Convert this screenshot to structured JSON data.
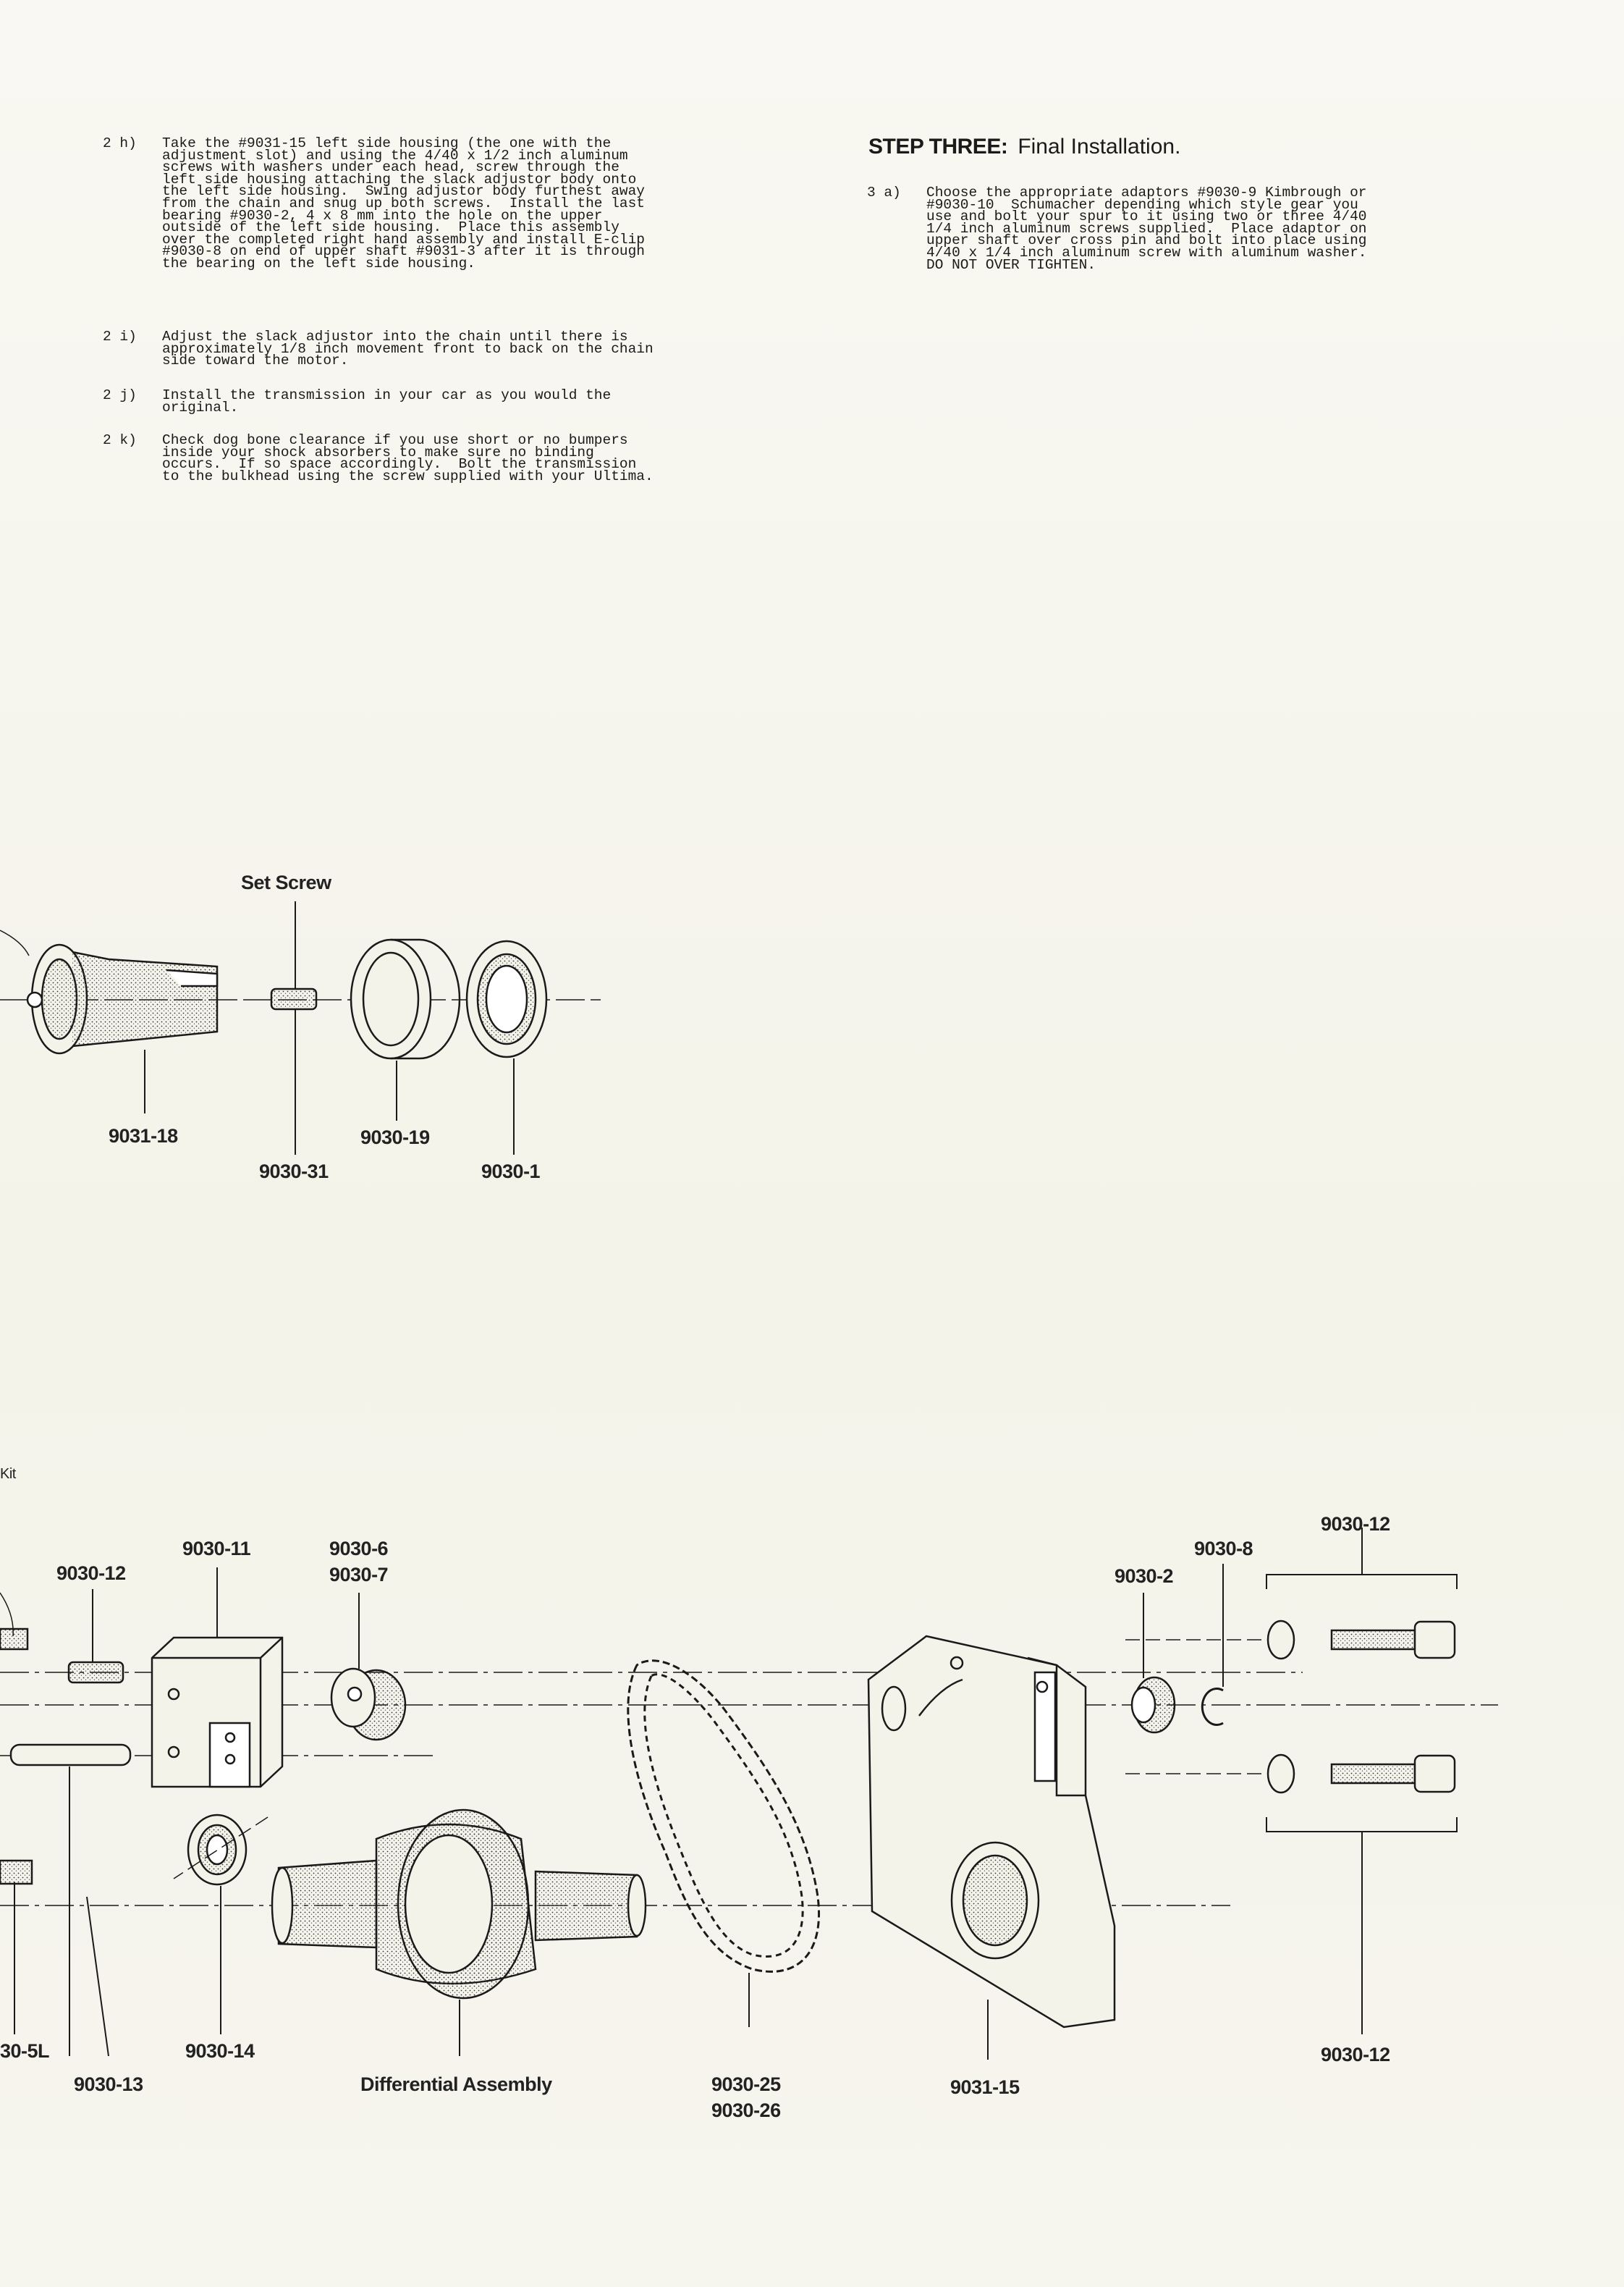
{
  "step_two": [
    {
      "label": "2 h)",
      "text": "Take the #9031-15 left side housing (the one with the\nadjustment slot) and using the 4/40 x 1/2 inch aluminum\nscrews with washers under each head, screw through the\nleft side housing attaching the slack adjustor body onto\nthe left side housing.  Swing adjustor body furthest away\nfrom the chain and snug up both screws.  Install the last\nbearing #9030-2, 4 x 8 mm into the hole on the upper\noutside of the left side housing.  Place this assembly\nover the completed right hand assembly and install E-clip\n#9030-8 on end of upper shaft #9031-3 after it is through\nthe bearing on the left side housing."
    },
    {
      "label": "2 i)",
      "text": "Adjust the slack adjustor into the chain until there is\napproximately 1/8 inch movement front to back on the chain\nside toward the motor."
    },
    {
      "label": "2 j)",
      "text": "Install the transmission in your car as you would the\noriginal."
    },
    {
      "label": "2 k)",
      "text": "Check dog bone clearance if you use short or no bumpers\ninside your shock absorbers to make sure no binding\noccurs.  If so space accordingly.  Bolt the transmission\nto the bulkhead using the screw supplied with your Ultima."
    }
  ],
  "step_three": {
    "heading": "STEP THREE:",
    "title": "Final Installation.",
    "label": "3 a)",
    "text": "Choose the appropriate adaptors #9030-9 Kimbrough or\n#9030-10  Schumacher depending which style gear you\nuse and bolt your spur to it using two or three 4/40\n1/4 inch aluminum screws supplied.  Place adaptor on\nupper shaft over cross pin and bolt into place using\n4/40 x 1/4 inch aluminum screw with aluminum washer.\nDO NOT OVER TIGHTEN."
  },
  "upper_diagram": {
    "set_screw_label": "Set Screw",
    "parts": [
      "9031-18",
      "9030-31",
      "9030-19",
      "9030-1"
    ]
  },
  "lower_diagram": {
    "kit_fragment": "Kit",
    "parts": {
      "p12a": "9030-12",
      "p11": "9030-11",
      "p6": "9030-6",
      "p7": "9030-7",
      "p2": "9030-2",
      "p8": "9030-8",
      "p12top": "9030-12",
      "p12bot": "9030-12",
      "p5l": "30-5L",
      "p13": "9030-13",
      "p14": "9030-14",
      "diff": "Differential Assembly",
      "p25": "9030-25",
      "p26": "9030-26",
      "p15": "9031-15"
    }
  },
  "colors": {
    "paper": "#f7f6ef",
    "ink": "#1a1a1a"
  }
}
